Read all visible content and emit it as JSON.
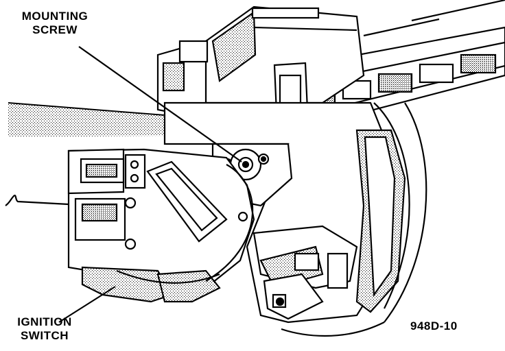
{
  "callouts": {
    "mounting_screw": {
      "line1": "MOUNTING",
      "line2": "SCREW"
    },
    "ignition_switch": {
      "line1": "IGNITION",
      "line2": "SWITCH"
    }
  },
  "figure_number": "948D-10"
}
